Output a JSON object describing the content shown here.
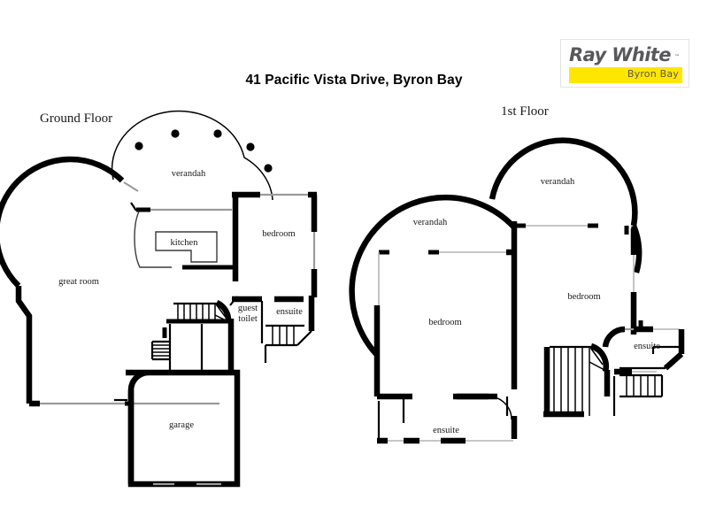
{
  "document": {
    "type": "real-estate-floorplan",
    "title": "41 Pacific Vista Drive, Byron Bay",
    "background_color": "#ffffff",
    "line_color": "#000000"
  },
  "logo": {
    "brand": "Ray White",
    "trademark": "™",
    "office": "Byron Bay",
    "band_color": "#ffe600",
    "text_color": "#58585b"
  },
  "plans": [
    {
      "id": "ground",
      "caption": "Ground Floor",
      "rooms": [
        {
          "name": "great room",
          "label": "great room"
        },
        {
          "name": "verandah",
          "label": "verandah"
        },
        {
          "name": "kitchen",
          "label": "kitchen"
        },
        {
          "name": "bedroom",
          "label": "bedroom"
        },
        {
          "name": "guest toilet",
          "label_line1": "guest",
          "label_line2": "toilet"
        },
        {
          "name": "ensuite",
          "label": "ensuite"
        },
        {
          "name": "garage",
          "label": "garage"
        }
      ],
      "features": {
        "verandah_posts": 5,
        "staircases": 2
      }
    },
    {
      "id": "first",
      "caption": "1st Floor",
      "rooms": [
        {
          "name": "verandah-left",
          "label": "verandah"
        },
        {
          "name": "verandah-right",
          "label": "verandah"
        },
        {
          "name": "bedroom-left",
          "label": "bedroom"
        },
        {
          "name": "bedroom-right",
          "label": "bedroom"
        },
        {
          "name": "ensuite-left",
          "label": "ensuite"
        },
        {
          "name": "ensuite-right",
          "label": "ensuite"
        }
      ],
      "features": {
        "verandah_posts": 0,
        "staircases": 2
      }
    }
  ]
}
